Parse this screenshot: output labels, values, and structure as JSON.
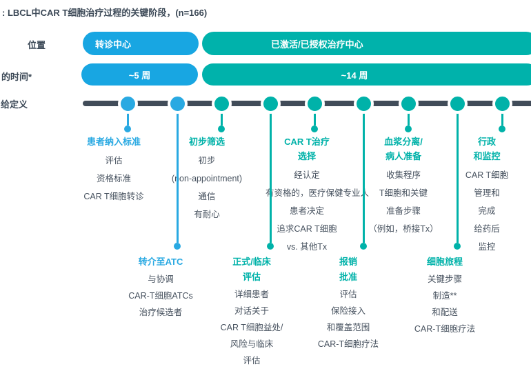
{
  "title": ": LBCL中CAR T细胞治疗过程的关键阶段，(n=166)",
  "row_labels": {
    "location": "位置",
    "time": "的时间*",
    "definitions": "给定义"
  },
  "location_row": {
    "referral": "转诊中心",
    "treatment": "已激活/已授权治疗中心"
  },
  "time_row": {
    "referral": "~5 周",
    "treatment": "~14 周"
  },
  "colors": {
    "blue": "#29a9e2",
    "teal": "#00b2a9",
    "pill_blue": "#18a6e2",
    "pill_teal": "#00b2ab",
    "bar": "#414c59",
    "text_dark": "#3b4856",
    "text_body": "#47525f"
  },
  "upper_groups": [
    {
      "color": "blue",
      "title": [
        "患者纳入标准"
      ],
      "lines": [
        "评估",
        "资格标准",
        "CAR T细胞转诊"
      ]
    },
    {
      "color": "teal",
      "title": [
        "初步筛选"
      ],
      "lines": [
        "初步",
        "(non-appointment)",
        "通信",
        "有耐心"
      ]
    },
    {
      "color": "teal",
      "title": [
        "CAR T治疗",
        "选择"
      ],
      "lines": [
        "经认定",
        "有资格的，医疗保健专业人",
        "患者决定",
        "追求CAR T细胞",
        "vs. 其他Tx"
      ]
    },
    {
      "color": "teal",
      "title": [
        "血浆分离/",
        "病人准备"
      ],
      "lines": [
        "收集程序",
        "T细胞和关键",
        "准备步骤",
        "（例如，桥接Tx）"
      ]
    },
    {
      "color": "teal",
      "title": [
        "行政",
        "和监控"
      ],
      "lines": [
        "CAR T细胞",
        "管理和",
        "完成",
        "给药后",
        "监控"
      ]
    }
  ],
  "lower_groups": [
    {
      "color": "blue",
      "title": [
        "转介至ATC"
      ],
      "lines": [
        "与协调",
        "CAR-T细胞ATCs",
        "治疗候选者"
      ]
    },
    {
      "color": "teal",
      "title": [
        "正式/临床",
        "评估"
      ],
      "lines": [
        "详细患者",
        "对话关于",
        "CAR T细胞益处/",
        "风险与临床",
        "评估"
      ]
    },
    {
      "color": "teal",
      "title": [
        "报销",
        "批准"
      ],
      "lines": [
        "评估",
        "保险接入",
        "和覆盖范围",
        "CAR-T细胞疗法"
      ]
    },
    {
      "color": "teal",
      "title": [
        "细胞旅程"
      ],
      "lines": [
        "关键步骤",
        "制造**",
        "和配送",
        "CAR-T细胞疗法"
      ]
    }
  ]
}
